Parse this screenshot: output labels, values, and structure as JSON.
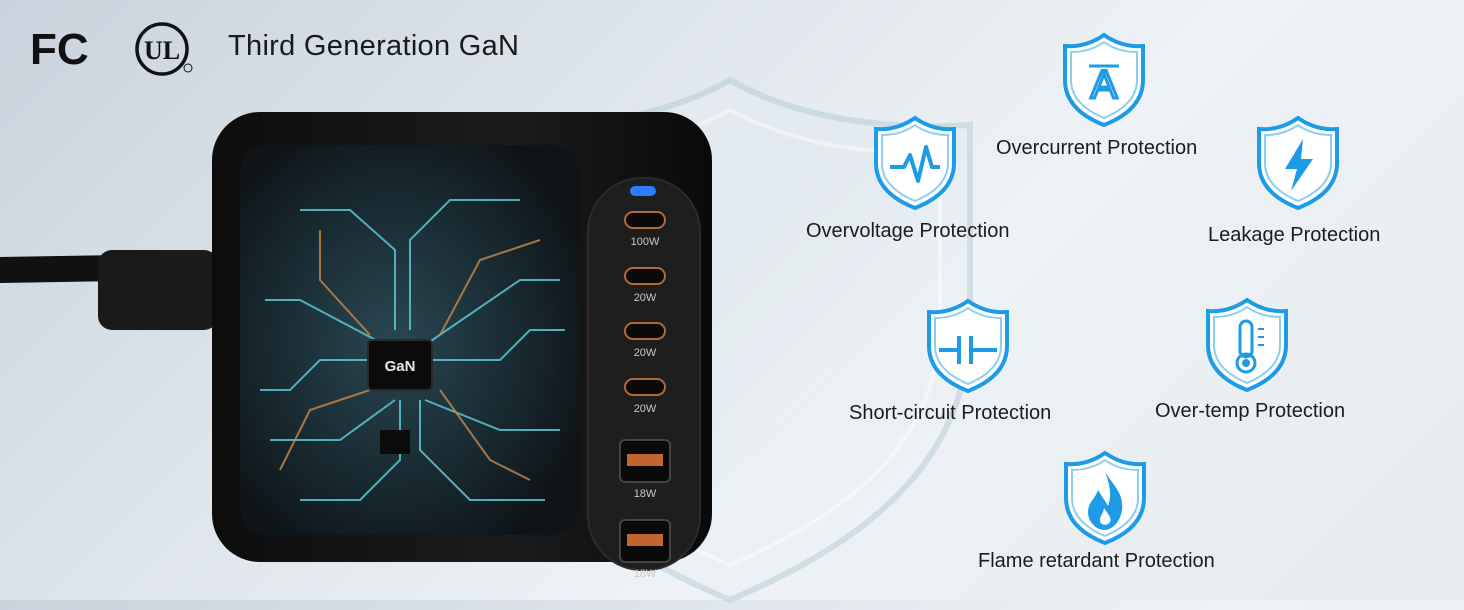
{
  "header": {
    "title": "Third Generation GaN",
    "certifications": [
      "FC",
      "UL"
    ]
  },
  "charger": {
    "chip_label": "GaN",
    "ports": [
      {
        "type": "USB-C",
        "label": "100W"
      },
      {
        "type": "USB-C",
        "label": "20W"
      },
      {
        "type": "USB-C",
        "label": "20W"
      },
      {
        "type": "USB-C",
        "label": "20W"
      },
      {
        "type": "USB-A",
        "label": "18W"
      },
      {
        "type": "USB-A",
        "label": "18W"
      }
    ],
    "indicator_color": "#2f7bff"
  },
  "protections": [
    {
      "label": "Overcurrent Protection",
      "icon": "letter-a-shield-icon"
    },
    {
      "label": "Overvoltage Protection",
      "icon": "voltage-wave-shield-icon"
    },
    {
      "label": "Leakage Protection",
      "icon": "lightning-shield-icon"
    },
    {
      "label": "Short-circuit Protection",
      "icon": "circuit-break-shield-icon"
    },
    {
      "label": "Over-temp Protection",
      "icon": "thermometer-shield-icon"
    },
    {
      "label": "Flame retardant Protection",
      "icon": "flame-shield-icon"
    }
  ],
  "colors": {
    "accent": "#1e9be6",
    "copper_trace": "#c98a4a",
    "circuit_glow": "#6fd6e6",
    "device_body": "#141414"
  }
}
